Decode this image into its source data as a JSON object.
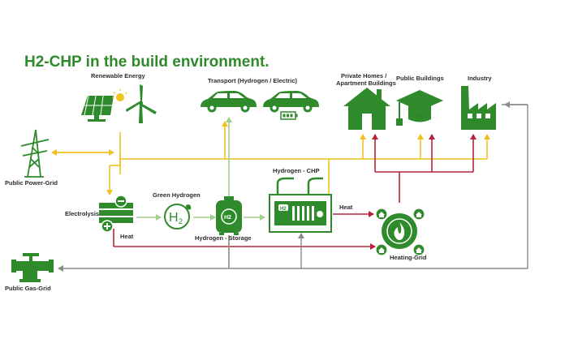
{
  "title": "H2-CHP in the build environment.",
  "colors": {
    "green": "#2f8a2c",
    "dark_green": "#1e6b1f",
    "yellow": "#f2c11d",
    "red": "#b8233b",
    "light_green": "#9fcf8c",
    "grey": "#8a8a8a",
    "text": "#2b2b2b"
  },
  "nodes": {
    "renewable_energy": {
      "label": "Renewable Energy",
      "icons": [
        "solar-panel-icon",
        "sun-icon",
        "wind-turbine-icon"
      ]
    },
    "transport": {
      "label": "Transport (Hydrogen / Electric)",
      "icons": [
        "hydrogen-car-icon",
        "electric-car-icon",
        "battery-icon"
      ]
    },
    "private_homes": {
      "label_line1": "Private Homes /",
      "label_line2": "Apartment Buildings",
      "icon": "house-icon"
    },
    "public_buildings": {
      "label": "Public Buildings",
      "icon": "graduation-cap-icon"
    },
    "industry": {
      "label": "Industry",
      "icon": "factory-icon"
    },
    "public_power_grid": {
      "label": "Public Power-Grid",
      "icon": "power-pylon-icon"
    },
    "electrolysis": {
      "label": "Electrolysis",
      "icon": "electrolyser-icon"
    },
    "green_hydrogen": {
      "label": "Green Hydrogen",
      "icon": "h2-molecule-icon",
      "symbol": "H",
      "subscript": "2"
    },
    "hydrogen_storage": {
      "label": "Hydrogen - Storage",
      "icon": "gas-tank-icon",
      "symbol": "H2"
    },
    "hydrogen_chp": {
      "label": "Hydrogen - CHP",
      "icon": "chp-unit-icon",
      "badge": "H2"
    },
    "heating_grid": {
      "label": "Heating-Grid",
      "icon": "heating-grid-icon"
    },
    "public_gas_grid": {
      "label": "Public Gas-Grid",
      "icon": "gas-valve-icon"
    }
  },
  "flow_labels": {
    "heat_chp": "Heat",
    "heat_electrolysis": "Heat"
  }
}
